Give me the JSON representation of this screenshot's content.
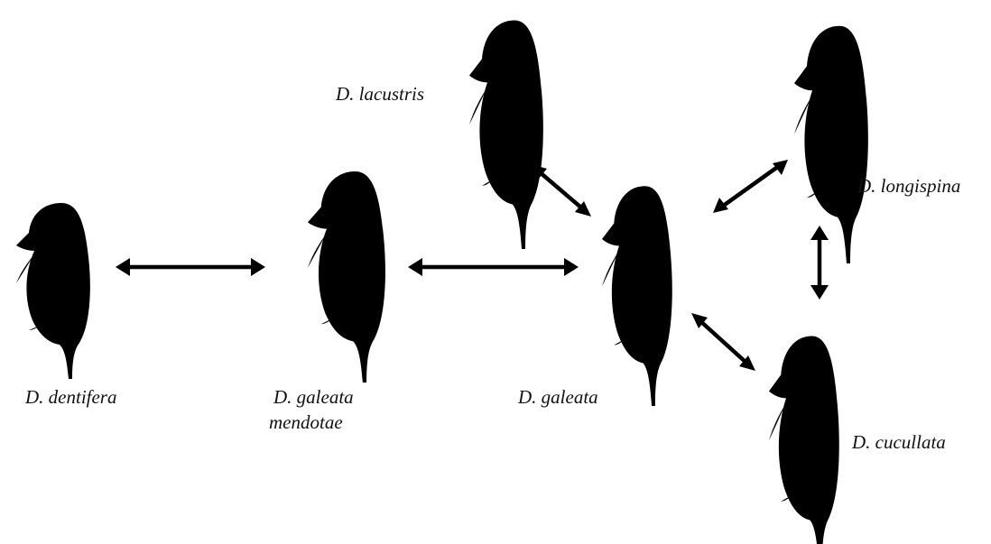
{
  "species": {
    "dentifera": "D. dentifera",
    "galeata_mendotae_line1": "D. galeata",
    "galeata_mendotae_line2": "mendotae",
    "galeata": "D. galeata",
    "lacustris": "D. lacustris",
    "longispina": "D. longispina",
    "cucullata": "D. cucullata"
  },
  "colors": {
    "ink": "#111111",
    "arrow": "#000000",
    "background": "#ffffff"
  }
}
